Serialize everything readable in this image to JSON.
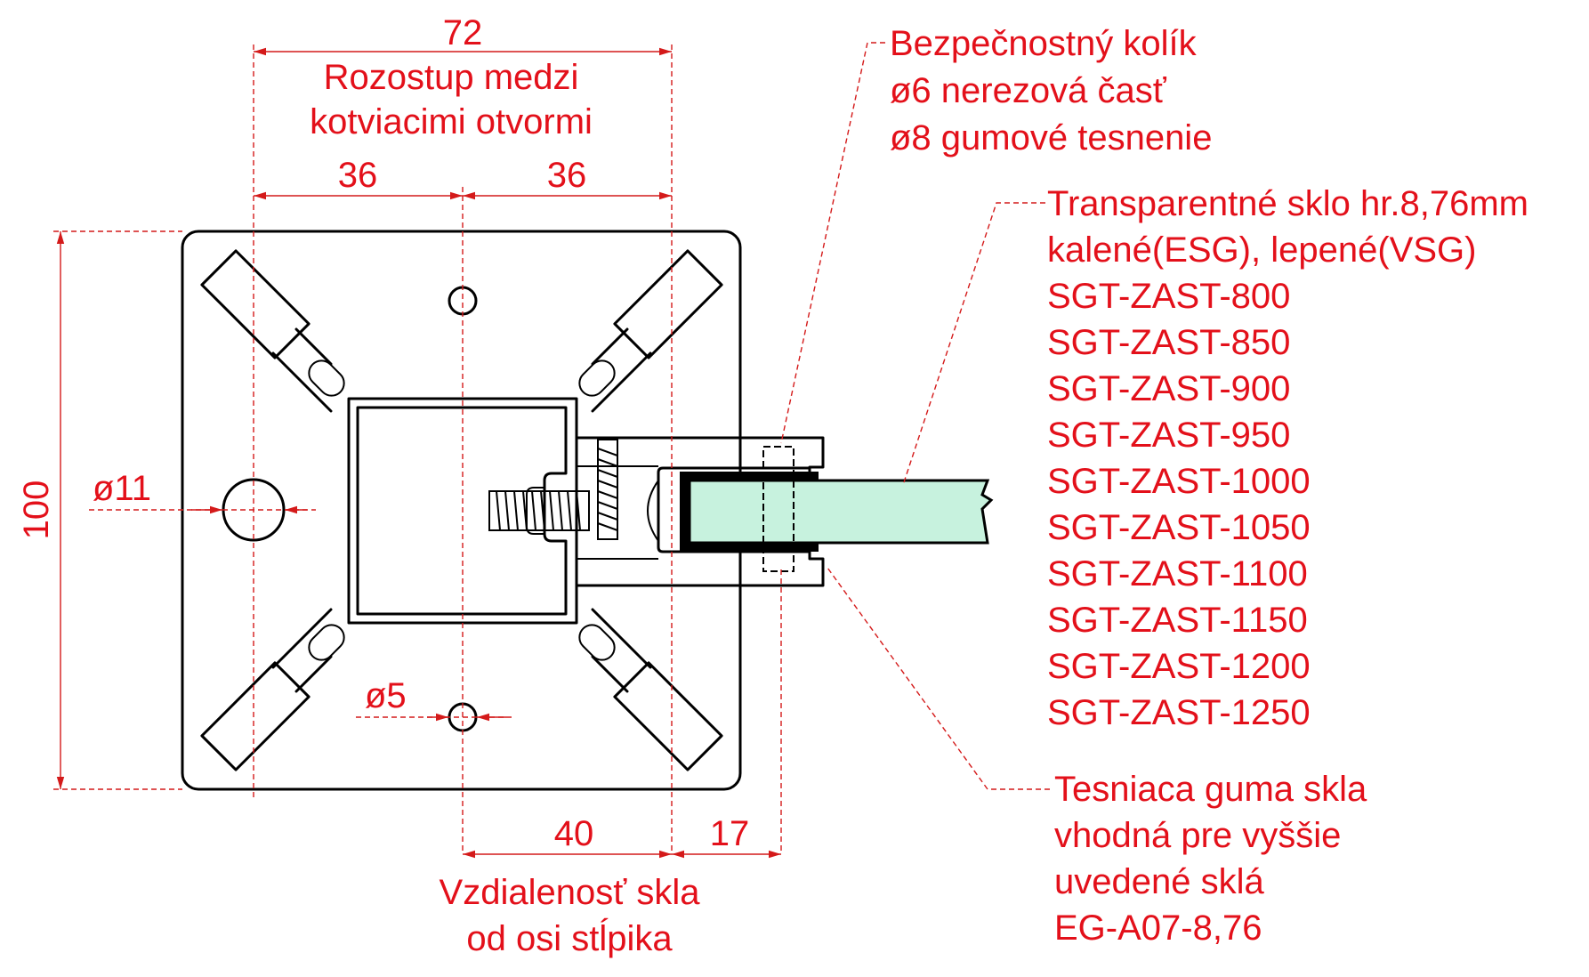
{
  "dimensions": {
    "anchor_spacing": "72",
    "anchor_spacing_caption": [
      "Rozostup medzi",
      "kotviacimi otvormi"
    ],
    "half_left": "36",
    "half_right": "36",
    "height": "100",
    "big_hole": "ø11",
    "small_hole": "ø5",
    "glass_offset": "40",
    "clamp_depth": "17",
    "glass_distance_caption": [
      "Vzdialenosť skla",
      "od osi stĺpika"
    ]
  },
  "callouts": {
    "pin": [
      "Bezpečnostný kolík",
      "ø6 nerezová časť",
      "ø8 gumové tesnenie"
    ],
    "glass": [
      "Transparentné sklo hr.8,76mm",
      "kalené(ESG), lepené(VSG)",
      "SGT-ZAST-800",
      "SGT-ZAST-850",
      "SGT-ZAST-900",
      "SGT-ZAST-950",
      "SGT-ZAST-1000",
      "SGT-ZAST-1050",
      "SGT-ZAST-1100",
      "SGT-ZAST-1150",
      "SGT-ZAST-1200",
      "SGT-ZAST-1250"
    ],
    "gasket": [
      "Tesniaca guma skla",
      "vhodná pre vyššie",
      "uvedené sklá",
      "EG-A07-8,76"
    ]
  },
  "colors": {
    "dimension_text": "#e3101a",
    "dimension_line": "#d41a1a",
    "outline": "#000000",
    "glass_fill": "#c7f2de",
    "gasket_fill": "#000000"
  }
}
